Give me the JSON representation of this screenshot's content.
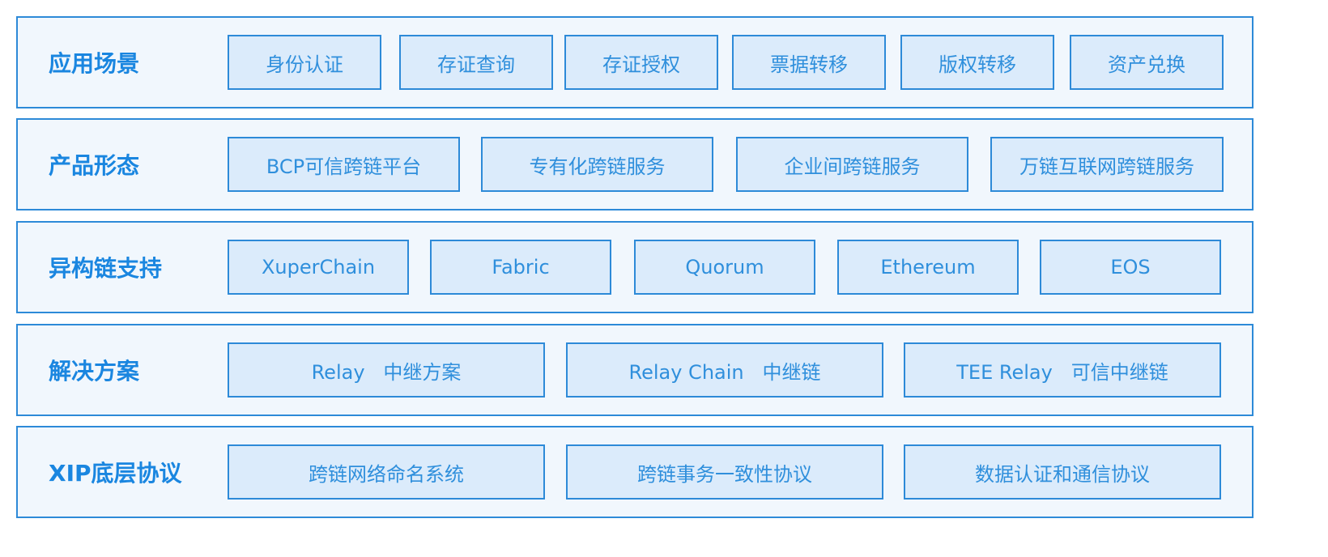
{
  "layers": [
    {
      "title": "应用场景",
      "items": [
        "身份认证",
        "存证查询",
        "存证授权",
        "票据转移",
        "版权转移",
        "资产兑换"
      ]
    },
    {
      "title": "产品形态",
      "items": [
        "BCP可信跨链平台",
        "专有化跨链服务",
        "企业间跨链服务",
        "万链互联网跨链服务"
      ]
    },
    {
      "title": "异构链支持",
      "items": [
        "XuperChain",
        "Fabric",
        "Quorum",
        "Ethereum",
        "EOS"
      ]
    },
    {
      "title": "解决方案",
      "items": [
        "Relay   中继方案",
        "Relay Chain   中继链",
        "TEE Relay   可信中继链"
      ]
    },
    {
      "title": "XIP底层协议",
      "items": [
        "跨链网络命名系统",
        "跨链事务一致性协议",
        "数据认证和通信协议"
      ]
    }
  ]
}
